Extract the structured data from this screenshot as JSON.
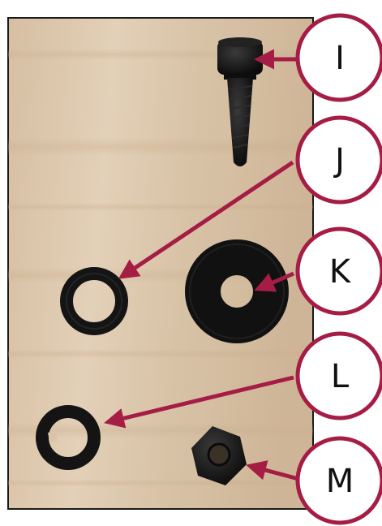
{
  "callouts": [
    {
      "id": "I",
      "label": "I",
      "part": "cap-screw"
    },
    {
      "id": "J",
      "label": "J",
      "part": "small-washer"
    },
    {
      "id": "K",
      "label": "K",
      "part": "flat-washer"
    },
    {
      "id": "L",
      "label": "L",
      "part": "split-lock-washer"
    },
    {
      "id": "M",
      "label": "M",
      "part": "hex-nut"
    }
  ],
  "colors": {
    "callout_border": "#a51c45",
    "arrow": "#a51c45",
    "wood": "#d9c4a8",
    "hardware": "#141414",
    "photo_frame": "#1a1a1a"
  }
}
